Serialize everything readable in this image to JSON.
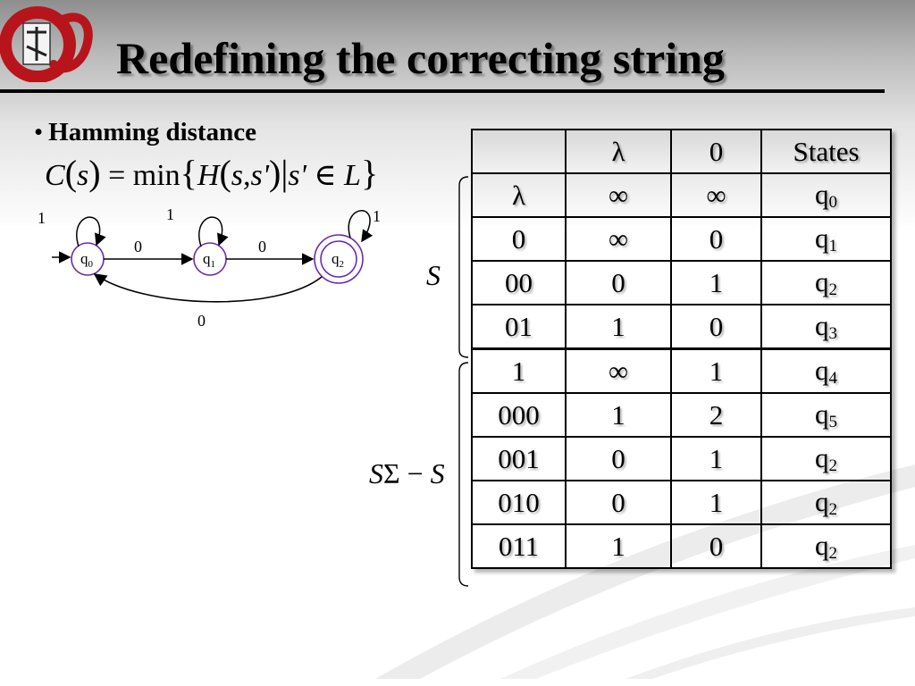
{
  "title": "Redefining the correcting string",
  "bullet": "Hamming distance",
  "formula": {
    "lhs_fn": "C",
    "lhs_arg": "s",
    "eq": "=",
    "op": "min",
    "fn": "H",
    "args": "s,s'",
    "cond_var": "s'",
    "member": "∈",
    "set": "L"
  },
  "automaton": {
    "states": [
      {
        "name": "q",
        "sub": "0",
        "initial": true,
        "accepting": false
      },
      {
        "name": "q",
        "sub": "1",
        "initial": false,
        "accepting": false
      },
      {
        "name": "q",
        "sub": "2",
        "initial": false,
        "accepting": true
      }
    ],
    "loop_labels": [
      "1",
      "1",
      "1"
    ],
    "edge_labels": [
      "0",
      "0"
    ],
    "back_edge_label": "0"
  },
  "braces": {
    "top_label": "S",
    "bottom_label_a": "S",
    "bottom_label_sigma": "Σ",
    "bottom_label_minus": "−",
    "bottom_label_b": "S"
  },
  "table": {
    "header": [
      "",
      "λ",
      "0",
      "States"
    ],
    "rows": [
      {
        "s": "λ",
        "a": "∞",
        "b": "∞",
        "q": "q",
        "qs": "0"
      },
      {
        "s": "0",
        "a": "∞",
        "b": "0",
        "q": "q",
        "qs": "1"
      },
      {
        "s": "00",
        "a": "0",
        "b": "1",
        "q": "q",
        "qs": "2"
      },
      {
        "s": "01",
        "a": "1",
        "b": "0",
        "q": "q",
        "qs": "3"
      },
      {
        "s": "1",
        "a": "∞",
        "b": "1",
        "q": "q",
        "qs": "4"
      },
      {
        "s": "000",
        "a": "1",
        "b": "2",
        "q": "q",
        "qs": "5"
      },
      {
        "s": "001",
        "a": "0",
        "b": "1",
        "q": "q",
        "qs": "2"
      },
      {
        "s": "010",
        "a": "0",
        "b": "1",
        "q": "q",
        "qs": "2"
      },
      {
        "s": "011",
        "a": "1",
        "b": "0",
        "q": "q",
        "qs": "2"
      }
    ]
  },
  "colors": {
    "state_stroke": "#6a2ca8",
    "logo_red": "#b8141c"
  }
}
